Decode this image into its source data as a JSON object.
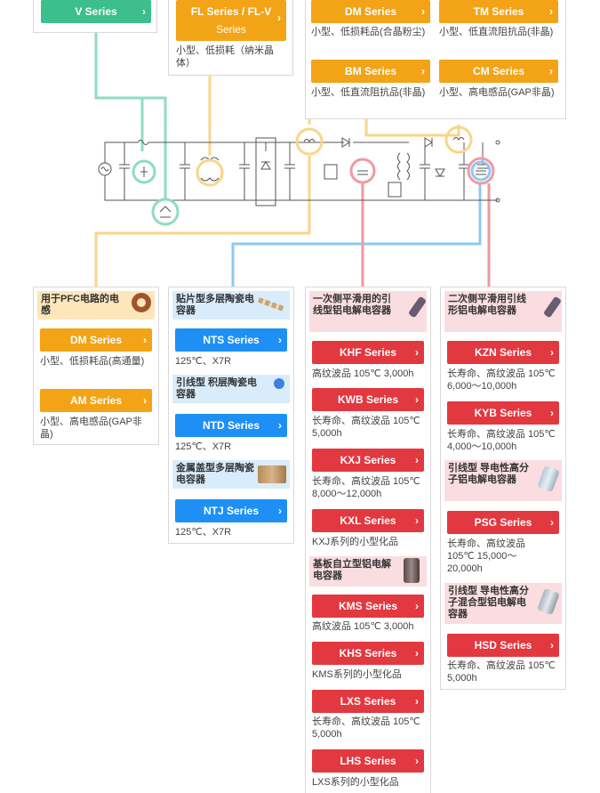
{
  "top": {
    "v_button": "V Series",
    "fl_button_line1": "FL Series / FL-V",
    "fl_button_line2": "Series",
    "fl_desc": "小型、低损耗（纳米晶体）",
    "dm_button": "DM Series",
    "dm_desc": "小型、低损耗品(合晶粉尘)",
    "tm_button": "TM Series",
    "tm_desc": "小型、低直流阻抗品(非晶)",
    "bm_button": "BM Series",
    "bm_desc": "小型、低直流阻抗品(非晶)",
    "cm_button": "CM Series",
    "cm_desc": "小型、高电感品(GAP非晶)"
  },
  "pfc": {
    "header": "用于PFC电路的电感",
    "dm_button": "DM Series",
    "dm_desc": "小型、低损耗品(高通量)",
    "am_button": "AM Series",
    "am_desc": "小型、高电感品(GAP非晶)"
  },
  "ceramic": {
    "header1": "贴片型多层陶瓷电容器",
    "nts_button": "NTS Series",
    "nts_desc": "125℃、X7R",
    "header2": "引线型 积层陶瓷电容器",
    "ntd_button": "NTD Series",
    "ntd_desc": "125℃、X7R",
    "header3": "金属盖型多层陶瓷电容器",
    "ntj_button": "NTJ Series",
    "ntj_desc": "125℃、X7R"
  },
  "primary": {
    "header1": "一次侧平滑用的引线型铝电解电容器",
    "khf_button": "KHF Series",
    "khf_desc": "高纹波品 105℃ 3,000h",
    "kwb_button": "KWB Series",
    "kwb_desc": "长寿命、高纹波品 105℃ 5,000h",
    "kxj_button": "KXJ Series",
    "kxj_desc": "长寿命、高纹波品 105℃ 8,000～12,000h",
    "kxl_button": "KXL Series",
    "kxl_desc": "KXJ系列的小型化品",
    "header2": "基板自立型铝电解电容器",
    "kms_button": "KMS Series",
    "kms_desc": "高纹波品 105℃ 3,000h",
    "khs_button": "KHS Series",
    "khs_desc": "KMS系列的小型化品",
    "lxs_button": "LXS Series",
    "lxs_desc": "长寿命、高纹波品 105℃ 5,000h",
    "lhs_button": "LHS Series",
    "lhs_desc": "LXS系列的小型化品"
  },
  "secondary": {
    "header1": "二次侧平滑用引线形铝电解电容器",
    "kzn_button": "KZN Series",
    "kzn_desc": "长寿命、高纹波品 105℃ 6,000～10,000h",
    "kyb_button": "KYB Series",
    "kyb_desc": "长寿命、高纹波品 105℃ 4,000～10,000h",
    "header2": "引线型 导电性高分子铝电解电容器",
    "psg_button": "PSG Series",
    "psg_desc": "长寿命、高纹波品 105℃ 15,000～20,000h",
    "header3": "引线型 导电性高分子混合型铝电解电容器",
    "hsd_button": "HSD Series",
    "hsd_desc": "长寿命、高纹波品 105℃ 5,000h"
  },
  "colors": {
    "green": "#3cbf8d",
    "orange": "#f3a316",
    "blue": "#1e90f5",
    "red": "#e2383f",
    "green_line": "#8fdcc0",
    "orange_line": "#f9d58a",
    "blue_line": "#8ec8f0",
    "red_line": "#ef9aa0"
  }
}
